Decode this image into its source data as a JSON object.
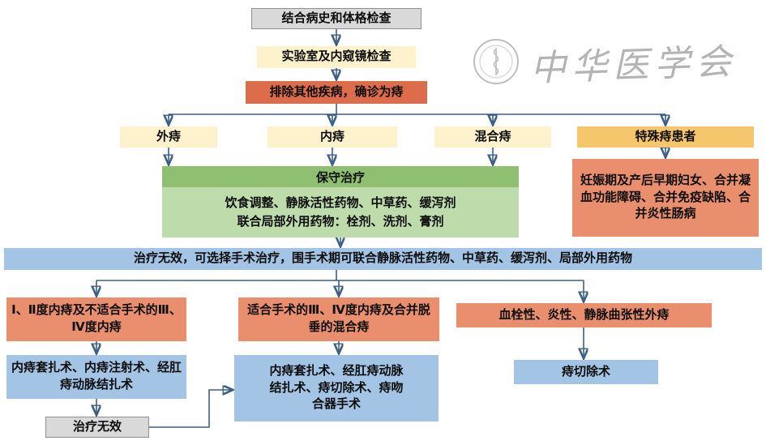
{
  "watermark": {
    "text": "中华医学会"
  },
  "colors": {
    "gray": "#d9d9d9",
    "cream": "#fdf2cc",
    "amber": "#f6c66d",
    "red_orange": "#dd6c4a",
    "salmon": "#e98f6d",
    "green_header": "#8fbf70",
    "green_body": "#bedcab",
    "blue": "#a3c4e4",
    "arrow": "#3d5f86"
  },
  "nodes": {
    "history": {
      "label": "结合病史和体格检查"
    },
    "lab": {
      "label": "实验室及内窥镜检查"
    },
    "exclude": {
      "label": "排除其他疾病，确诊为痔"
    },
    "external": {
      "label": "外痔"
    },
    "internal": {
      "label": "内痔"
    },
    "mixed": {
      "label": "混合痔"
    },
    "special": {
      "label": "特殊痔患者"
    },
    "special_detail": {
      "label": "妊娠期及产后早期妇女、合并凝血功能障碍、合并免疫缺陷、合并炎性肠病"
    },
    "conservative": {
      "title": "保守治疗",
      "body_line1": "饮食调整、静脉活性药物、中草药、缓泻剂",
      "body_line2": "联合局部外用药物：栓剂、洗剂、膏剂"
    },
    "surgery_bar": {
      "label": "治疗无效，可选择手术治疗，围手术期可联合静脉活性药物、中草药、缓泻剂、局部外用药物"
    },
    "ind1": {
      "label": "Ⅰ、Ⅱ度内痔及不适合手术的Ⅲ、Ⅳ度内痔"
    },
    "ind2": {
      "label": "适合手术的Ⅲ、Ⅳ度内痔及合并脱垂的混合痔"
    },
    "ind3": {
      "label": "血栓性、炎性、静脉曲张性外痔"
    },
    "op1": {
      "label": "内痔套扎术、内痔注射术、经肛痔动脉结扎术"
    },
    "op2": {
      "label": "内痔套扎术、经肛痔动脉结扎术、痔切除术、痔吻合器手术"
    },
    "op3": {
      "label": "痔切除术"
    },
    "fail": {
      "label": "治疗无效"
    }
  }
}
